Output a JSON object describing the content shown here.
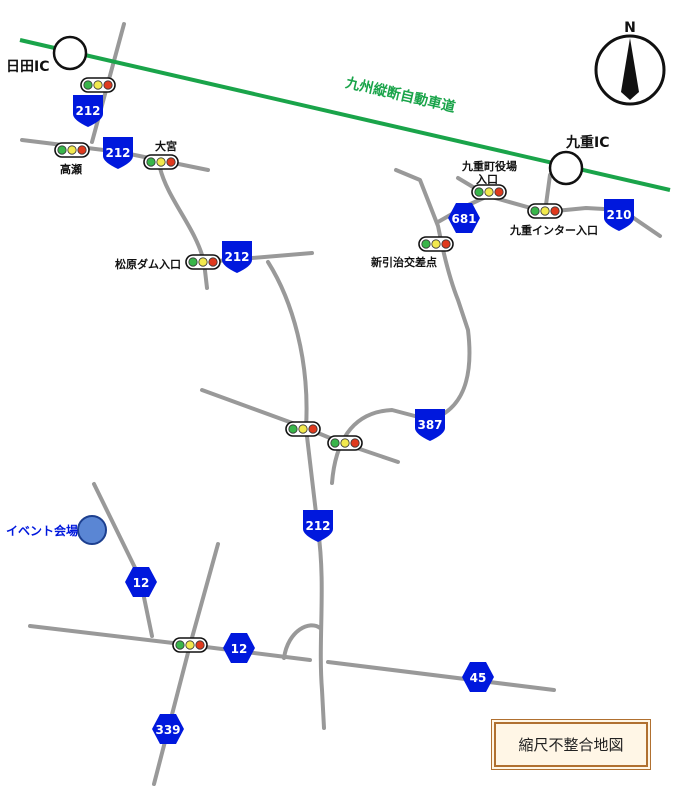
{
  "title": "",
  "expressway": {
    "label": "九州縦断自動車道",
    "color": "#1aa44a"
  },
  "interchanges": [
    {
      "id": "hita",
      "label": "日田IC"
    },
    {
      "id": "kokonoe",
      "label": "九重IC"
    }
  ],
  "place_labels": {
    "takase": "高瀬",
    "omiya": "大宮",
    "matsubara": "松原ダム入口",
    "kokonoe_town_office": "九重町役場\n入口",
    "shinbiki": "新引治交差点",
    "kokonoe_inter": "九重インター入口",
    "event_venue": "イベント会場"
  },
  "route_shields": {
    "r212_a": "212",
    "r212_b": "212",
    "r212_c": "212",
    "r212_d": "212",
    "r210": "210",
    "r681": "681",
    "r387": "387",
    "r12_a": "12",
    "r12_b": "12",
    "r45": "45",
    "r339": "339"
  },
  "compass": {
    "label": "N"
  },
  "scale_note": "縮尺不整合地図",
  "colors": {
    "road": "#999999",
    "national_route": "#0018dd",
    "prefectural_route": "#0018dd",
    "event_marker": "#5a86d4"
  }
}
